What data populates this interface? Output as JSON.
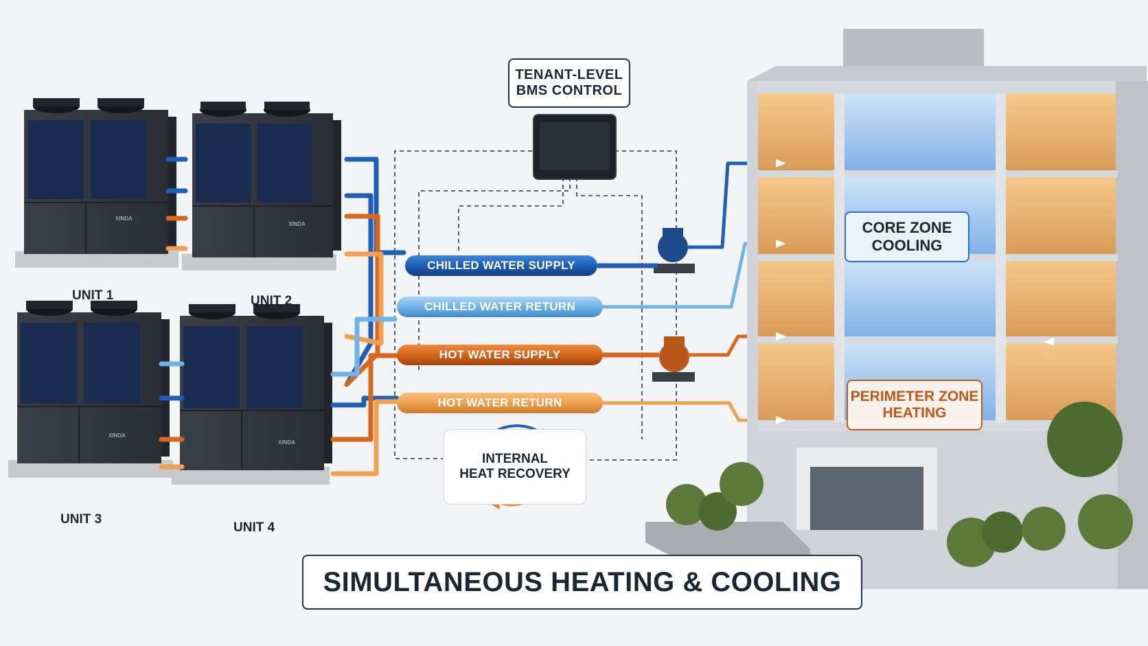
{
  "title": "SIMULTANEOUS HEATING & COOLING",
  "units": [
    {
      "label": "UNIT 1",
      "brand": "XINDA"
    },
    {
      "label": "UNIT 2",
      "brand": "XINDA"
    },
    {
      "label": "UNIT 3",
      "brand": "XINDA"
    },
    {
      "label": "UNIT 4",
      "brand": "XINDA"
    }
  ],
  "bms": {
    "line1": "TENANT-LEVEL",
    "line2": "BMS CONTROL"
  },
  "headers": [
    {
      "label": "CHILLED WATER SUPPLY",
      "color": "#1f5fb8"
    },
    {
      "label": "CHILLED WATER RETURN",
      "color": "#6fb3e8"
    },
    {
      "label": "HOT WATER SUPPLY",
      "color": "#d8661c"
    },
    {
      "label": "HOT WATER RETURN",
      "color": "#f0a050"
    }
  ],
  "heat_recovery": {
    "line1": "INTERNAL",
    "line2": "HEAT RECOVERY"
  },
  "zones": {
    "core": {
      "line1": "CORE ZONE",
      "line2": "COOLING",
      "color": "#2a6fd1"
    },
    "perimeter": {
      "line1": "PERIMETER ZONE",
      "line2": "HEATING",
      "color": "#c2571a"
    }
  }
}
